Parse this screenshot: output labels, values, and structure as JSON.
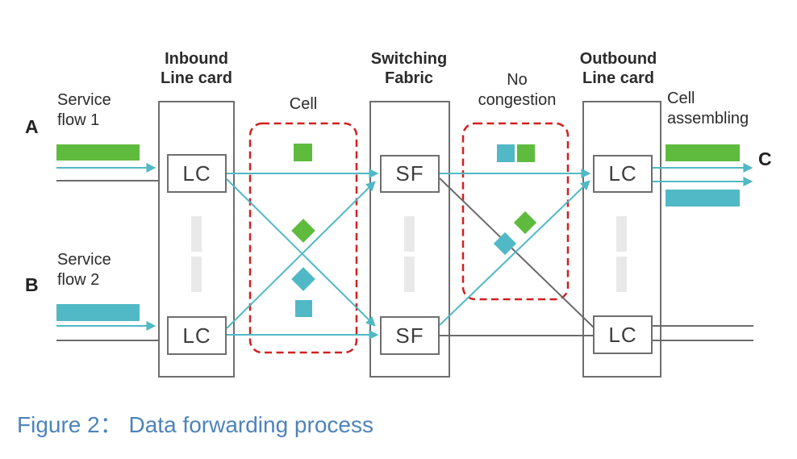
{
  "colors": {
    "teal": "#50B9C5",
    "green": "#5FBB3E",
    "red": "#D02020",
    "line_gray": "#6B6B6B",
    "border_gray": "#6E6E6E",
    "light_gray": "#E9E9E9",
    "text_dark": "#2B2B2B",
    "caption_blue": "#4D83BA"
  },
  "flows": {
    "a_letter": "A",
    "a_label": "Service flow 1",
    "b_letter": "B",
    "b_label": "Service flow 2",
    "c_letter": "C"
  },
  "cards": {
    "inbound": {
      "title": "Inbound Line card",
      "box_label": "LC"
    },
    "fabric": {
      "title": "Switching Fabric",
      "box_label": "SF"
    },
    "outbound": {
      "title": "Outbound Line card",
      "box_label": "LC"
    }
  },
  "annotations": {
    "cell": "Cell",
    "no_congestion": "No congestion",
    "cell_assembling": "Cell assembling"
  },
  "caption": "Figure 2： Data forwarding process"
}
